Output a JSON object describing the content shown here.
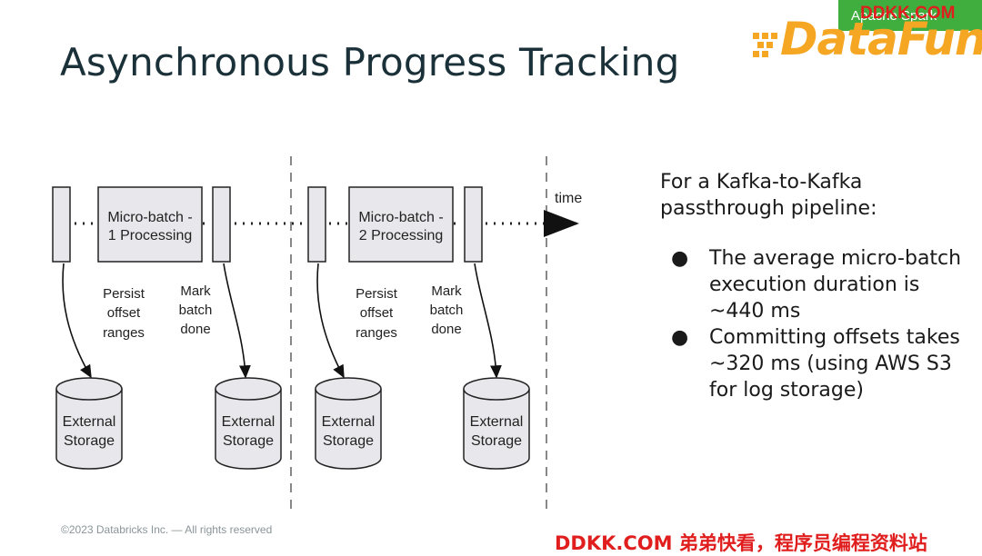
{
  "title": "Asynchronous Progress Tracking",
  "header_tab": {
    "label": "Apache Spark"
  },
  "watermark_top": "DDKK.COM",
  "logo": {
    "text": "DataFun."
  },
  "diagram": {
    "time_label": "time",
    "segments": [
      {
        "process_box": [
          "Micro-batch -",
          "1 Processing"
        ],
        "persist_label": [
          "Persist",
          "offset",
          "ranges"
        ],
        "mark_label": [
          "Mark",
          "batch",
          "done"
        ],
        "storage_left": [
          "External",
          "Storage"
        ],
        "storage_right": [
          "External",
          "Storage"
        ]
      },
      {
        "process_box": [
          "Micro-batch -",
          "2 Processing"
        ],
        "persist_label": [
          "Persist",
          "offset",
          "ranges"
        ],
        "mark_label": [
          "Mark",
          "batch",
          "done"
        ],
        "storage_left": [
          "External",
          "Storage"
        ],
        "storage_right": [
          "External",
          "Storage"
        ]
      }
    ]
  },
  "side_panel": {
    "intro": "For a Kafka-to-Kafka passthrough pipeline:",
    "bullets": [
      "The average micro-batch execution duration is ~440 ms",
      "Committing offsets takes ~320 ms (using AWS S3 for log storage)"
    ]
  },
  "footer": "©2023 Databricks Inc. — All rights reserved",
  "watermark_bottom": "DDKK.COM 弟弟快看，程序员编程资料站",
  "colors": {
    "title": "#1b3139",
    "tab": "#3fae3f",
    "logo": "#f5a623",
    "watermark": "#e01e1e"
  }
}
